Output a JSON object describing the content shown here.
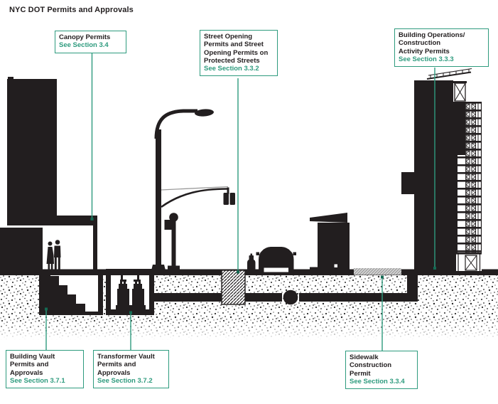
{
  "title": "NYC DOT Permits and Approvals",
  "colors": {
    "accent_green": "#2E9B7E",
    "leader_dot_green": "#146A53",
    "ink": "#221E1F",
    "sidewalk_hatch_gray": "#8F8F8F",
    "sidewalk_hatch_bg": "#D9D9D9"
  },
  "callouts": [
    {
      "id": "canopy",
      "label": "Canopy Permits",
      "section": "See Section 3.4"
    },
    {
      "id": "street-opening",
      "label": "Street Opening\nPermits and Street\nOpening Permits on\nProtected Streets",
      "section": "See Section 3.3.2"
    },
    {
      "id": "building-operations",
      "label": "Building Operations/\nConstruction\nActivity Permits",
      "section": "See Section 3.3.3"
    },
    {
      "id": "building-vault",
      "label": "Building Vault\nPermits and\nApprovals",
      "section": "See Section 3.7.1"
    },
    {
      "id": "transformer-vault",
      "label": "Transformer Vault\nPermits and\nApprovals",
      "section": "See Section 3.7.2"
    },
    {
      "id": "sidewalk-construction",
      "label": "Sidewalk\nConstruction\nPermit",
      "section": "See Section 3.3.4"
    }
  ],
  "icons": {
    "left-building-icon": "black building silhouette with canopy over entrance",
    "pedestrians-icon": "two standing person silhouettes under canopy",
    "stairs-icon": "staircase inside underground building vault",
    "transformer-icon": "two transformers inside underground vault",
    "street-light-icon": "cobra-head street light pole",
    "traffic-signal-icon": "hanging two-lens signal on mast arm",
    "parking-meter-icon": "round-head meter with box on pole",
    "fire-hydrant-icon": "fire hydrant silhouette",
    "car-icon": "rear view car silhouette",
    "street-opening-hatch-icon": "diagonal-hatched street excavation",
    "utility-pipe-icon": "underground conduit with round duct",
    "newsstand-icon": "sidewalk newsstand kiosk",
    "sidewalk-construction-hatch-icon": "gray cross-hatched sidewalk patch",
    "right-building-icon": "tower under construction",
    "scaffolding-icon": "cross-braced scaffold frames",
    "ground-stipple-icon": "stippled earth texture"
  }
}
